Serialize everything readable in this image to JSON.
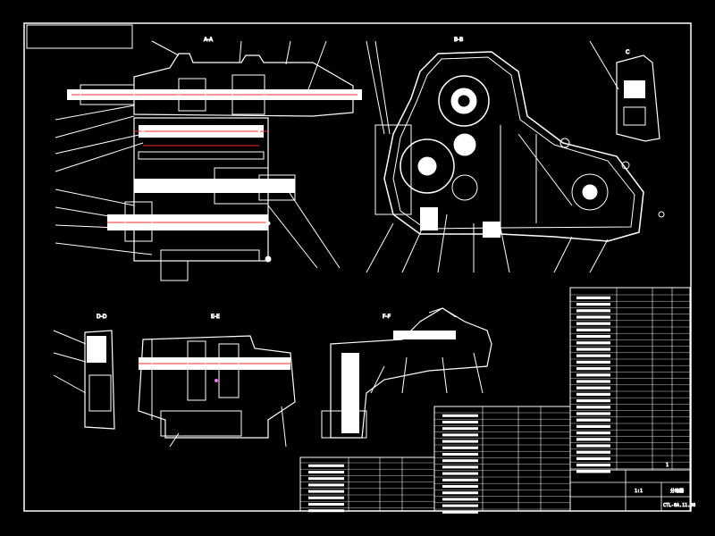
{
  "drawing": {
    "title": "Transfer case assembly drawing",
    "background": "#000000",
    "line_color": "#ffffff",
    "accent_color": "#ff2a2a",
    "highlight_color": "#ff66ff"
  },
  "views": {
    "main_view_label": "A-A",
    "side_view_label": "B-B",
    "detail_c_label": "C",
    "detail_d_label": "D-D",
    "detail_e_label": "E-E",
    "detail_f_label": "F-F"
  },
  "title_block": {
    "drawing_no": "CTL-0A.11.00",
    "scale": "1:1",
    "sheet": "1",
    "name": "分动器"
  }
}
